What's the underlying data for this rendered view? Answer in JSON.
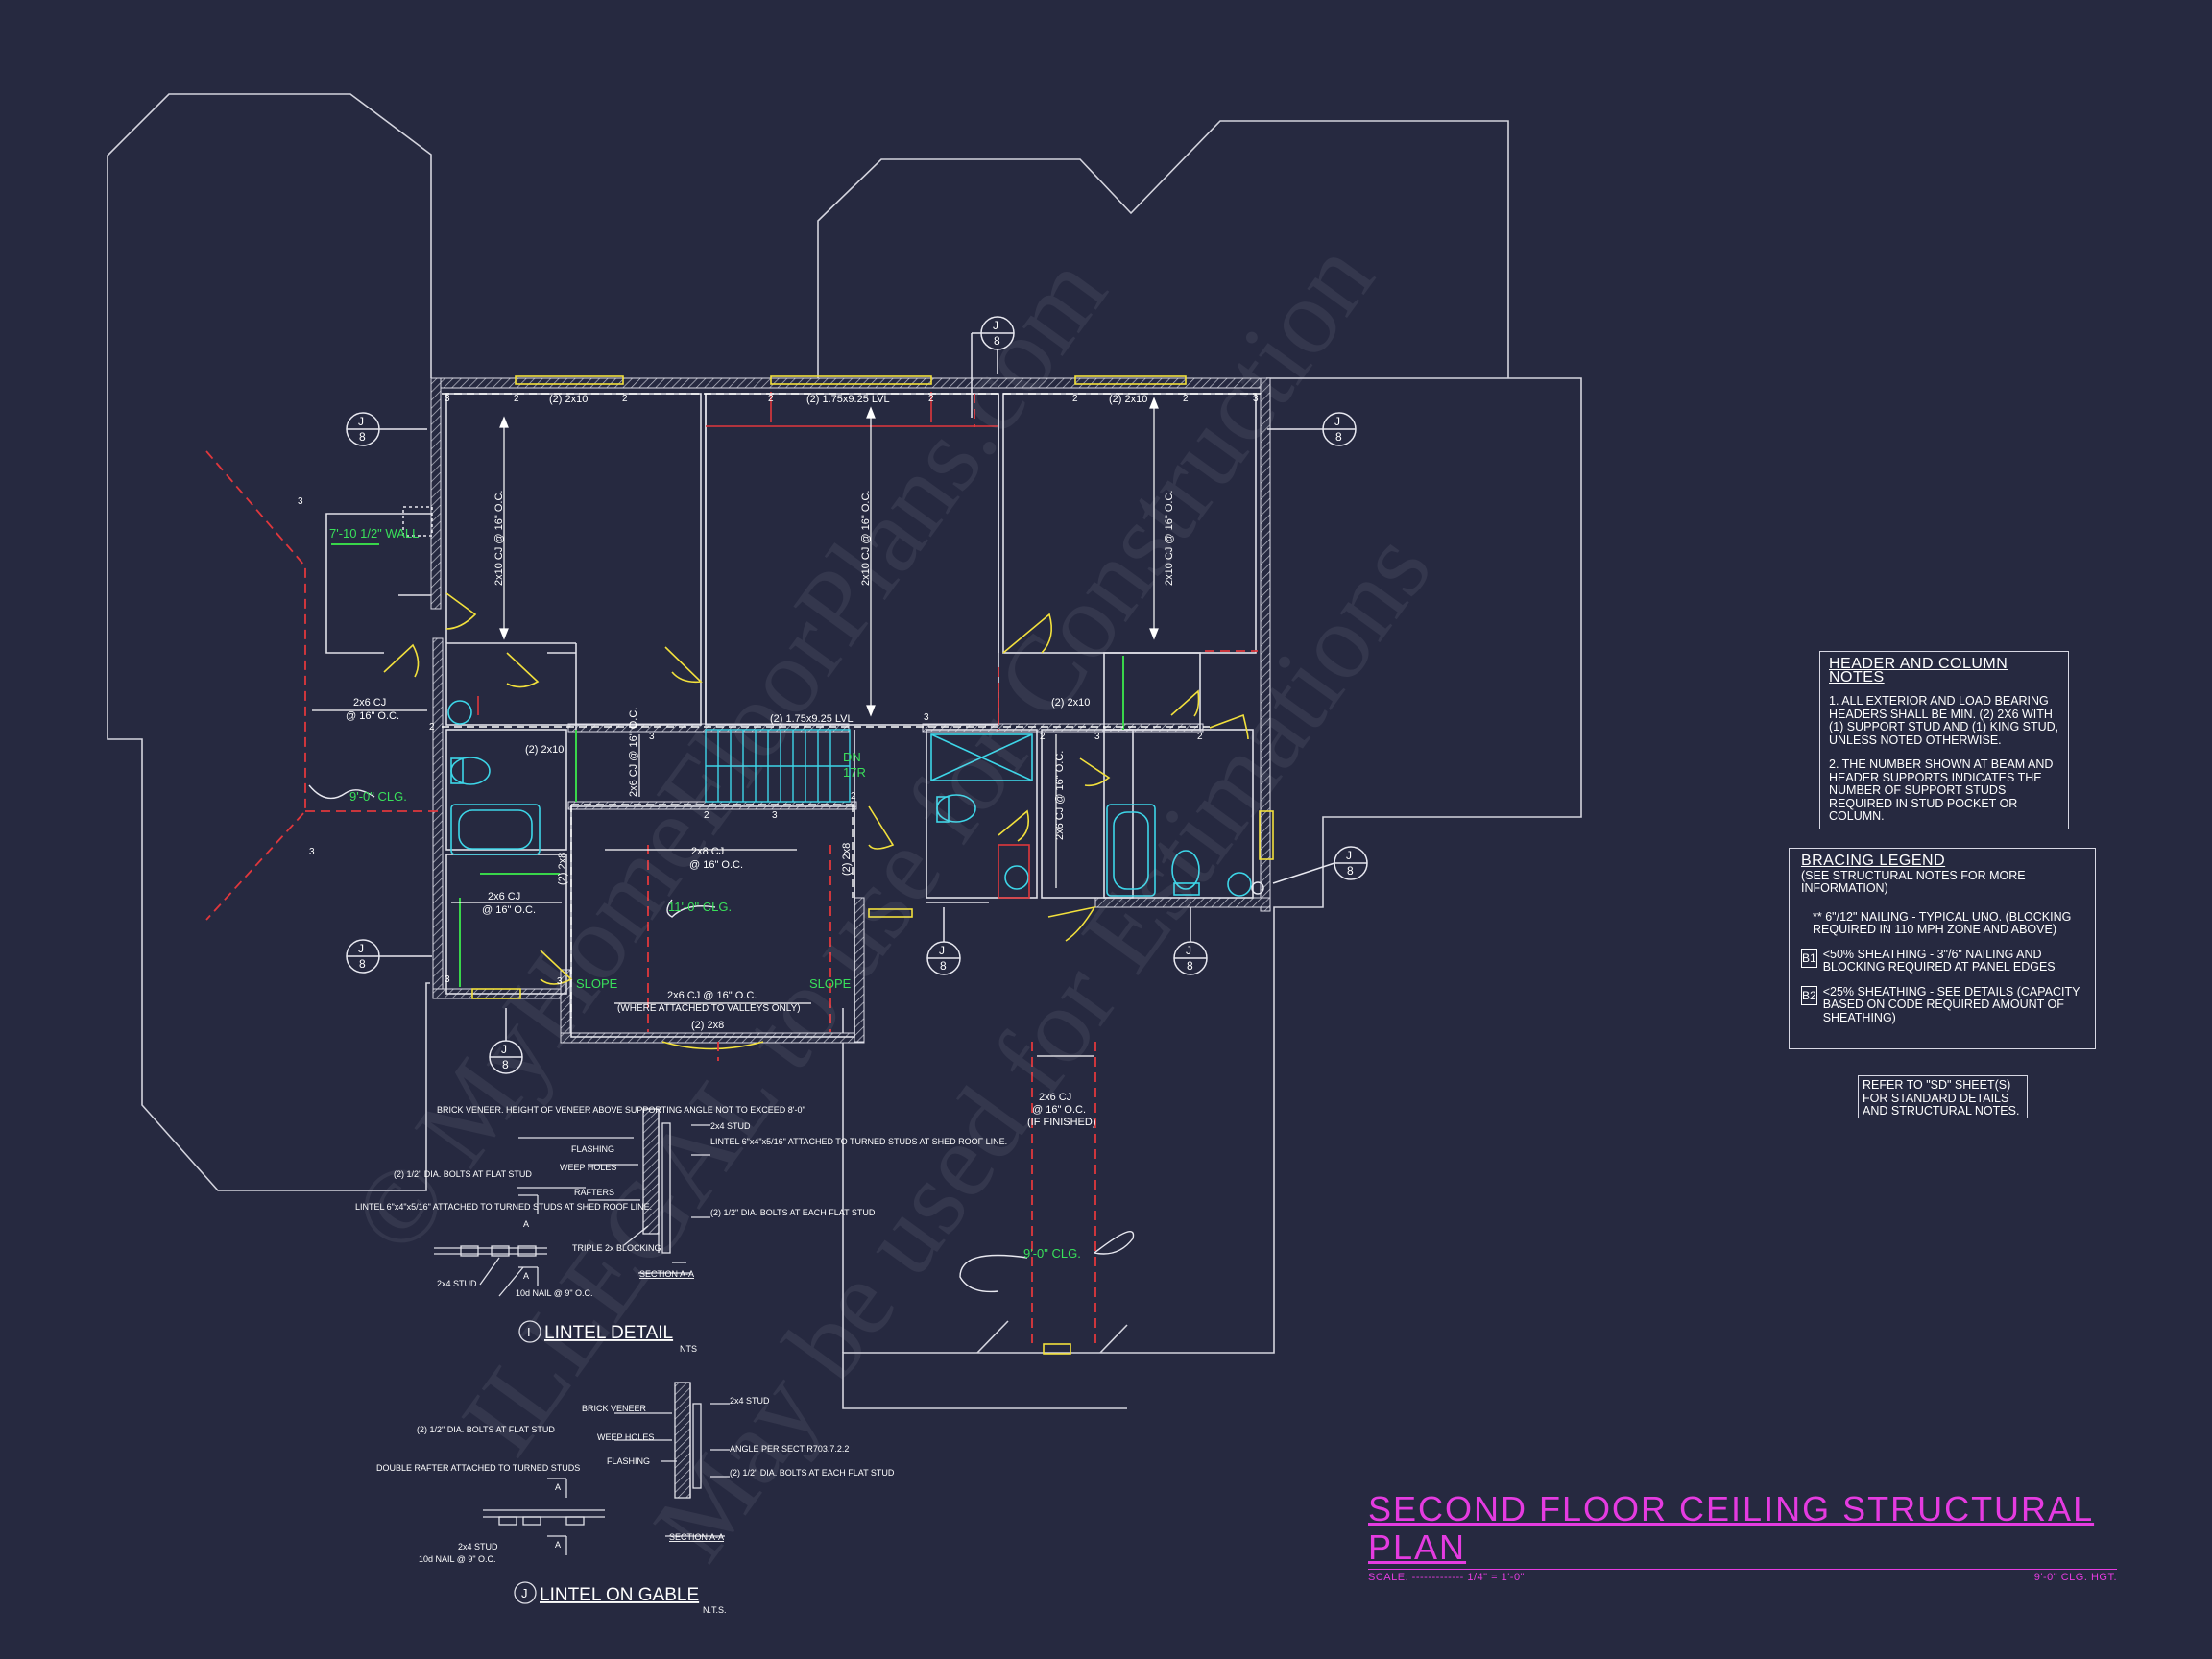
{
  "sheet": {
    "title": "SECOND FLOOR CEILING STRUCTURAL PLAN",
    "scale_label": "SCALE: ------------- 1/4\" = 1'-0\"",
    "ceiling_height": "9'-0\" CLG. HGT."
  },
  "watermark": {
    "line1": "© MyHomeFloorPlans.com",
    "line2": "ILLEGAL to use for Construction",
    "line3": "May be used for Estimations"
  },
  "header_notes": {
    "title": "HEADER AND COLUMN NOTES",
    "note1": "1. ALL EXTERIOR AND LOAD BEARING HEADERS SHALL BE MIN. (2) 2x6 WITH (1) SUPPORT STUD AND (1) KING STUD, UNLESS NOTED OTHERWISE.",
    "note2": "2. THE NUMBER SHOWN AT BEAM AND HEADER SUPPORTS INDICATES THE NUMBER OF SUPPORT STUDS REQUIRED IN STUD POCKET OR COLUMN."
  },
  "bracing_legend": {
    "title": "BRACING LEGEND",
    "subtitle": "(SEE STRUCTURAL NOTES FOR MORE INFORMATION)",
    "item1": "** 6\"/12\" NAILING - TYPICAL UNO. (BLOCKING REQUIRED IN 110 MPH ZONE AND ABOVE)",
    "b1_icon": "B1",
    "b1": "<50% SHEATHING - 3\"/6\" NAILING AND BLOCKING REQUIRED AT PANEL EDGES",
    "b2_icon": "B2",
    "b2": "<25% SHEATHING - SEE DETAILS (CAPACITY BASED ON CODE REQUIRED AMOUNT OF SHEATHING)"
  },
  "refer_note": "REFER TO \"SD\" SHEET(S) FOR STANDARD DETAILS AND STRUCTURAL NOTES.",
  "plan_labels": {
    "hdr_left": "(2) 2x10",
    "hdr_mid": "(2) 1.75x9.25 LVL",
    "hdr_right": "(2) 2x10",
    "cj_left": "2x10 CJ @ 16\" O.C.",
    "cj_mid": "2x10 CJ @ 16\" O.C.",
    "cj_right": "2x10 CJ @ 16\" O.C.",
    "wall_note": "7'-10 1/2\" WALL",
    "cj_2x6_a": "2x6 CJ",
    "oc_a": "@ 16\" O.C.",
    "clg_left": "9'-0\" CLG.",
    "beam_center": "(2) 1.75x9.25 LVL",
    "hdr_2x10_a": "(2) 2x10",
    "hdr_2x10_b": "(2) 2x10",
    "cj_2x6_stair": "2x6 CJ @ 16\" O.C.",
    "dn": "DN",
    "stair_num": "17R",
    "cj_2x8": "2x8 CJ",
    "oc_b": "@ 16\" O.C.",
    "clg_center": "11'-0\" CLG.",
    "hdr_2x8_a": "(2) 2x8",
    "hdr_2x8_b": "(2) 2x8",
    "cj_2x6_b": "2x6 CJ",
    "oc_c": "@ 16\" O.C.",
    "slope_l": "SLOPE",
    "slope_r": "SLOPE",
    "cj_bottom": "2x6 CJ @ 16\" O.C.",
    "valleys": "(WHERE ATTACHED TO VALLEYS ONLY)",
    "hdr_bottom": "(2) 2x8",
    "cj_bath": "2x6 CJ @ 16\" O.C.",
    "cj_lower": "2x6 CJ",
    "oc_lower": "@ 16\" O.C.",
    "if_finished": "(IF FINISHED)",
    "clg_lower": "9'-0\" CLG.",
    "j": "J",
    "sheet_ref": "8",
    "stud3": "3",
    "stud2": "2"
  },
  "lintel_detail": {
    "title": "LINTEL DETAIL",
    "tag": "I",
    "nts": "NTS",
    "brick": "BRICK VENEER. HEIGHT OF VENEER ABOVE SUPPORTING ANGLE NOT TO EXCEED 8'-0\"",
    "flashing": "FLASHING",
    "weep": "WEEP HOLES",
    "rafters": "RAFTERS",
    "bolts": "(2) 1/2\" DIA. BOLTS AT FLAT STUD",
    "lintel": "LINTEL 6\"x4\"x5/16\" ATTACHED TO TURNED STUDS AT SHED ROOF LINE.",
    "triple": "TRIPLE 2x BLOCKING",
    "stud": "2x4 STUD",
    "nail": "10d NAIL @ 9\" O.C.",
    "stud_r": "2x4 STUD",
    "lintel_r": "LINTEL 6\"x4\"x5/16\" ATTACHED TO TURNED STUDS AT SHED ROOF LINE.",
    "bolts_r": "(2) 1/2\" DIA. BOLTS AT EACH FLAT STUD",
    "section": "SECTION A-A",
    "a": "A"
  },
  "lintel_gable": {
    "title": "LINTEL ON GABLE",
    "tag": "J",
    "nts": "N.T.S.",
    "brick": "BRICK VENEER",
    "weep": "WEEP HOLES",
    "flashing": "FLASHING",
    "bolts": "(2) 1/2\" DIA. BOLTS AT FLAT STUD",
    "rafter": "DOUBLE RAFTER ATTACHED TO TURNED STUDS",
    "stud": "2x4 STUD",
    "nail": "10d NAIL @ 9\" O.C.",
    "stud_r": "2x4 STUD",
    "angle": "ANGLE PER SECT R703.7.2.2",
    "bolts_r": "(2) 1/2\" DIA. BOLTS AT EACH FLAT STUD",
    "section": "SECTION A-A",
    "a": "A"
  }
}
